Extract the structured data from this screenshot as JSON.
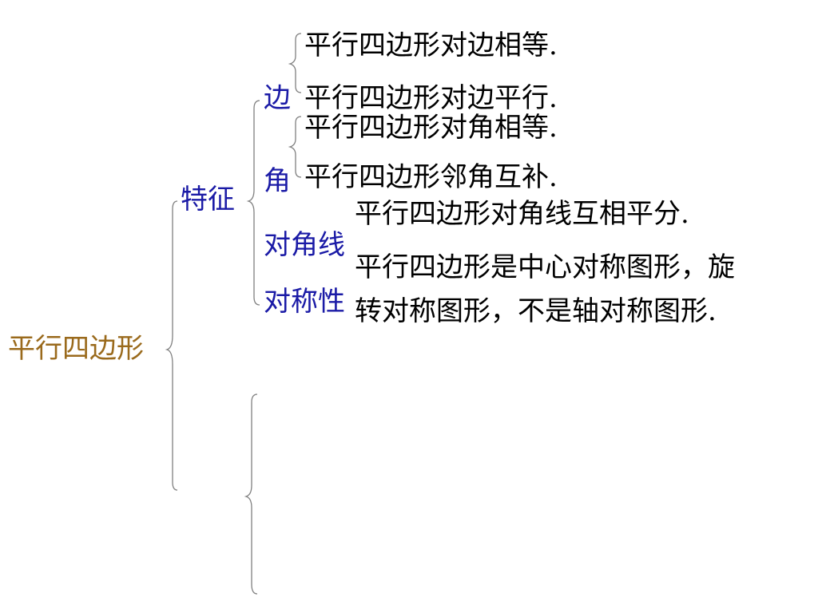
{
  "root": {
    "label": "平行四边形",
    "color": "#9a6a1c"
  },
  "category": {
    "label": "特征",
    "color": "#1a1aa6"
  },
  "aspects": [
    {
      "label": "边"
    },
    {
      "label": "角"
    },
    {
      "label": "对角线"
    },
    {
      "label": "对称性"
    }
  ],
  "statements": {
    "side_equal": "平行四边形对边相等.",
    "side_parallel": "平行四边形对边平行.",
    "angle_equal": "平行四边形对角相等.",
    "angle_supplementary": "平行四边形邻角互补.",
    "diagonal_bisect": "平行四边形对角线互相平分.",
    "symmetry_line1": "平行四边形是中心对称图形，旋",
    "symmetry_line2": "转对称图形，不是轴对称图形."
  }
}
